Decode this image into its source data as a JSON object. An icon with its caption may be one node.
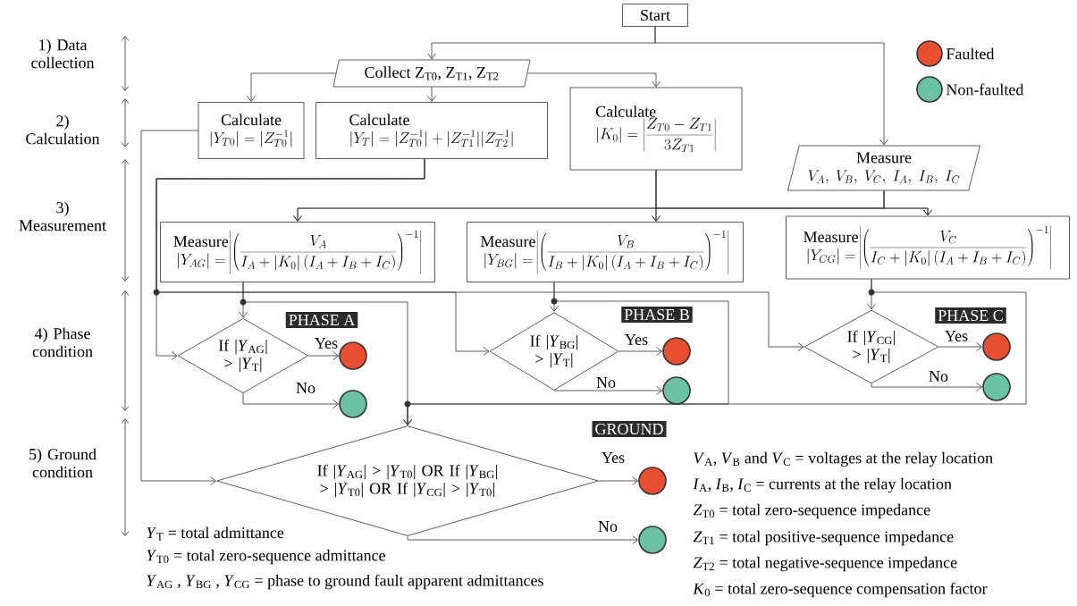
{
  "diagram": {
    "nodes": [
      {
        "text": [
          "Start"
        ]
      },
      {
        "text": [
          "Collect Z$_{T0}$, Z$_{T1}$, Z$_{T2}$"
        ]
      },
      {
        "text": [
          "Calculate",
          "|Y_{T0}| = |Z_{T0}^{-1}|"
        ]
      },
      {
        "text": [
          "Calculate",
          "|Y_T| = |Z_{T0}^{-1}|+|Z_{T1}^{-1}||Z_{T2}^{-1}|"
        ]
      },
      {
        "text": [
          "Calculate",
          "|K_0| = \\left|\\frac{Z_{T0}-Z_{T1}}{3Z_{T1}}\\right|"
        ]
      },
      {
        "text": [
          "Measure",
          "V_A,\\ V_B,\\ V_C,\\ I_A,\\ I_B,\\ I_C"
        ]
      },
      {
        "text": [
          "Measure",
          "|Y_{AG}| =",
          "\\left|\\left(\\frac{V_A}{I_A+|K_0|\\,(I_A+I_B+I_C)}\\right)^{-1}\\right|"
        ]
      },
      {
        "text": [
          "Measure",
          "|Y_{BG}| =",
          "\\left|\\left(\\frac{V_B}{I_B+|K_0|\\,(I_A+I_B+I_C)}\\right)^{-1}\\right|"
        ]
      },
      {
        "text": [
          "Measure",
          "|Y_{CG}| =",
          "\\left|\\left(\\frac{V_C}{I_C+|K_0|\\,(I_A+I_B+I_C)}\\right)^{-1}\\right|"
        ]
      },
      {
        "text": [
          "PHASE A"
        ]
      },
      {
        "text": [
          "If |*Y*$_{AG}$| > |*Y*$_{T}$|"
        ]
      },
      {
        "text": [],
        "shape": "circle"
      },
      {
        "text": [],
        "shape": "circle"
      },
      {
        "text": [
          "PHASE B"
        ]
      },
      {
        "text": [
          "If |*Y*$_{BG}$| > |*Y*$_{T}$|"
        ]
      },
      {
        "text": [],
        "shape": "circle"
      },
      {
        "text": [],
        "shape": "circle"
      },
      {
        "text": [
          "PHASE C"
        ]
      },
      {
        "text": [
          "If |*Y*$_{CG}$| > |*Y*$_{T}$|"
        ]
      },
      {
        "text": [],
        "shape": "circle"
      },
      {
        "text": [],
        "shape": "circle"
      },
      {
        "text": [
          "GROUND"
        ]
      },
      {
        "text": [
          "If |*Y*$_{AG}$| > |*Y*$_{T0}$| OR If |*Y*$_{BG}$| > |*Y*$_{T0}$| OR If |*Y*$_{CG}$| > |*Y*$_{T0}$|"
        ]
      },
      {
        "text": [],
        "shape": "circle"
      },
      {
        "text": [],
        "shape": "circle"
      }
    ],
    "edges": [
      {
        "from": 0,
        "to": 1,
        "arrow": "to"
      },
      {
        "from": 0,
        "to": 5,
        "arrow": "to"
      },
      {
        "from": 1,
        "to": 2,
        "arrow": "to"
      },
      {
        "from": 1,
        "to": 3,
        "arrow": "to"
      },
      {
        "from": 1,
        "to": 4,
        "arrow": "to"
      },
      {
        "from": 2,
        "to": 22,
        "arrow": "to"
      },
      {
        "from": 3,
        "to": 10,
        "arrow": "to"
      },
      {
        "from": 3,
        "to": 14,
        "arrow": "to"
      },
      {
        "from": 3,
        "to": 18,
        "arrow": "to"
      },
      {
        "from": 4,
        "to": 6,
        "arrow": "to"
      },
      {
        "from": 4,
        "to": 7,
        "arrow": "to"
      },
      {
        "from": 4,
        "to": 8,
        "arrow": "to"
      },
      {
        "from": 5,
        "to": 6,
        "arrow": "to"
      },
      {
        "from": 5,
        "to": 7,
        "arrow": "to"
      },
      {
        "from": 5,
        "to": 8,
        "arrow": "to"
      },
      {
        "from": 6,
        "to": 10,
        "arrow": "to"
      },
      {
        "from": 6,
        "to": 22,
        "arrow": "to"
      },
      {
        "from": 7,
        "to": 14,
        "arrow": "to"
      },
      {
        "from": 7,
        "to": 22,
        "arrow": "to"
      },
      {
        "from": 8,
        "to": 18,
        "arrow": "to"
      },
      {
        "from": 8,
        "to": 22,
        "arrow": "to"
      },
      {
        "from": 10,
        "to": 11,
        "arrow": "to",
        "label": "Yes"
      },
      {
        "from": 10,
        "to": 12,
        "arrow": "to",
        "label": "No"
      },
      {
        "from": 14,
        "to": 15,
        "arrow": "to",
        "label": "Yes"
      },
      {
        "from": 14,
        "to": 16,
        "arrow": "to",
        "label": "No"
      },
      {
        "from": 18,
        "to": 19,
        "arrow": "to",
        "label": "Yes"
      },
      {
        "from": 18,
        "to": 20,
        "arrow": "to",
        "label": "No"
      },
      {
        "from": 22,
        "to": 23,
        "arrow": "to",
        "label": "Yes"
      },
      {
        "from": 22,
        "to": 24,
        "arrow": "to",
        "label": "No"
      }
    ],
    "labels": [
      "1) Data collection",
      "2) Calculation",
      "3) Measurement",
      "4) Phase condition",
      "5) Ground condition",
      "*Y*$_{T}$ = total admittance",
      "*Y*$_{T0}$ = total zero-sequence admittance",
      "*Y*$_{AG}$ , *Y*$_{BG}$ , *Y*$_{CG}$ = phase to ground fault apparent admittances",
      "*V*$_{A}$, *V*$_{B}$ and *V*$_{C}$ = voltages at the relay location",
      "*I*$_{A}$, *I*$_{B}$, *I*$_{C}$ = currents at the relay location",
      "*Z*$_{T0}$ = total zero-sequence impedance",
      "*Z*$_{T1}$ = total positive-sequence impedance",
      "*Z*$_{T2}$ = total negative-sequence impedance",
      "*K*$_{0}$ = total zero-sequence compensation factor"
    ],
    "legend": [
      {
        "text": "Faulted",
        "color": "#e84e31"
      },
      {
        "text": "Non-faulted",
        "color": "#6ac2a3"
      }
    ]
  }
}
